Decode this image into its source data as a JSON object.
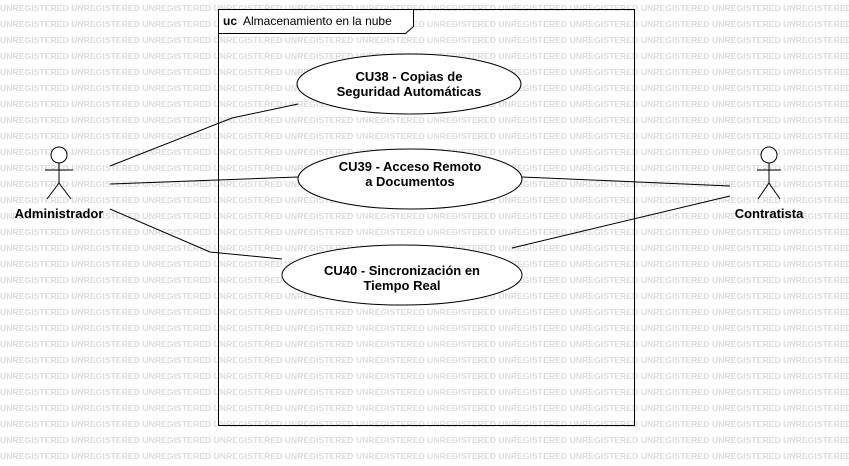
{
  "watermark": "UNREGISTERED",
  "frame": {
    "keyword": "uc",
    "title": "Almacenamiento en la nube"
  },
  "actors": [
    {
      "id": "admin",
      "name": "Administrador"
    },
    {
      "id": "contratista",
      "name": "Contratista"
    }
  ],
  "use_cases": [
    {
      "id": "cu38",
      "lines": [
        "CU38 - Copias de",
        "Seguridad Automáticas"
      ]
    },
    {
      "id": "cu39",
      "lines": [
        "CU39 - Acceso Remoto",
        "a Documentos"
      ]
    },
    {
      "id": "cu40",
      "lines": [
        "CU40 - Sincronización en",
        "Tiempo Real"
      ]
    }
  ],
  "associations": [
    {
      "from": "admin",
      "to": "cu38"
    },
    {
      "from": "admin",
      "to": "cu39"
    },
    {
      "from": "admin",
      "to": "cu40"
    },
    {
      "from": "contratista",
      "to": "cu39"
    },
    {
      "from": "contratista",
      "to": "cu40"
    }
  ]
}
